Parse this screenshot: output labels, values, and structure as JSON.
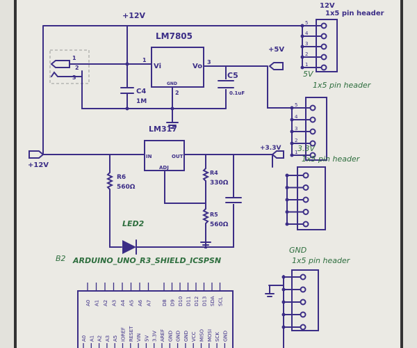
{
  "rails": {
    "v12_top": "+12V",
    "v12_input": "+12V",
    "v5": "+5V",
    "v33": "+3.3V"
  },
  "lm7805": {
    "name": "LM7805",
    "vi": "Vi",
    "vo": "Vo",
    "gnd": "GND",
    "pin1": "1",
    "pin2": "2",
    "pin3": "3"
  },
  "lm317": {
    "name": "LM317",
    "in": "IN",
    "out": "OUT",
    "adj": "ADJ"
  },
  "jack": {
    "pin1": "1",
    "pin2": "2",
    "pin3": "3"
  },
  "components": {
    "c4": "C4",
    "c4_val": "1M",
    "c5": "C5",
    "c5_val": "0.1uF",
    "r6": "R6",
    "r6_val": "560Ω",
    "r4": "R4",
    "r4_val": "330Ω",
    "r5": "R5",
    "r5_val": "560Ω",
    "led": "LED2"
  },
  "headers": {
    "h12_title": "12V",
    "h12_label": "1x5 pin header",
    "h12_pins": [
      "5",
      "4",
      "3",
      "2",
      "1"
    ],
    "h5_title": "5V",
    "h5_label": "1x5 pin header",
    "h5_pins": [
      "5",
      "4",
      "3",
      "2",
      "1"
    ],
    "h33_title": "3.3V",
    "h33_label": "1x5 pin header",
    "gnd_title": "GND",
    "gnd_label": "1x5 pin header"
  },
  "arduino": {
    "ref": "B2",
    "name": "ARDUINO_UNO_R3_SHIELD_ICSPSN",
    "top_pins": [
      "A0",
      "A1",
      "A2",
      "A3",
      "A4",
      "A5",
      "A6",
      "A7",
      "D8",
      "D9",
      "D10",
      "D11",
      "D12",
      "D13",
      "SDA",
      "SCL"
    ],
    "bottom_pins": [
      "A0",
      "A1",
      "A2",
      "A3",
      "A5",
      "IOREF",
      "RESET",
      "VIN",
      "5V",
      "3.3V",
      "AREF",
      "GND",
      "GND",
      "GND",
      "VCC",
      "MISO",
      "MOSI",
      "SCK",
      "GND"
    ]
  },
  "colors": {
    "ink": "#3b2d86",
    "label_green": "#2e6e3e",
    "paper": "#e3e2dc"
  }
}
